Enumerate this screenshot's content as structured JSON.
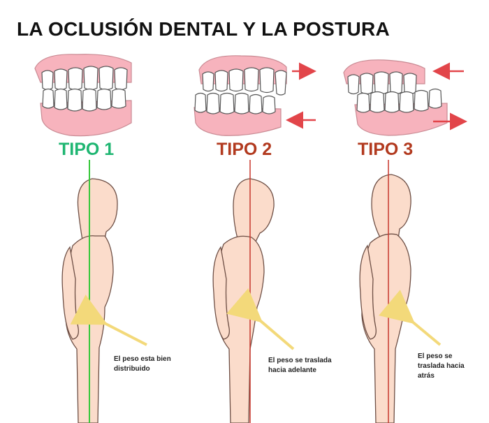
{
  "title": "LA OCLUSIÓN DENTAL Y LA POSTURA",
  "colors": {
    "tipo1": "#1fb672",
    "tipo2": "#b23a1f",
    "tipo3": "#b23a1f",
    "gum": "#f7b3bd",
    "tooth": "#ffffff",
    "skin": "#fbdccb",
    "arrow_red": "#e2454a",
    "arrow_yellow": "#f3d97a",
    "line_green": "#37c83a",
    "line_red": "#c8362c"
  },
  "panels": [
    {
      "label": "TIPO 1",
      "note_lines": [
        "El peso esta bien",
        "distribuido"
      ]
    },
    {
      "label": "TIPO 2",
      "note_lines": [
        "El peso se traslada",
        "hacia adelante"
      ]
    },
    {
      "label": "TIPO 3",
      "note_lines": [
        "El peso se",
        "traslada hacia",
        "atrás"
      ]
    }
  ]
}
